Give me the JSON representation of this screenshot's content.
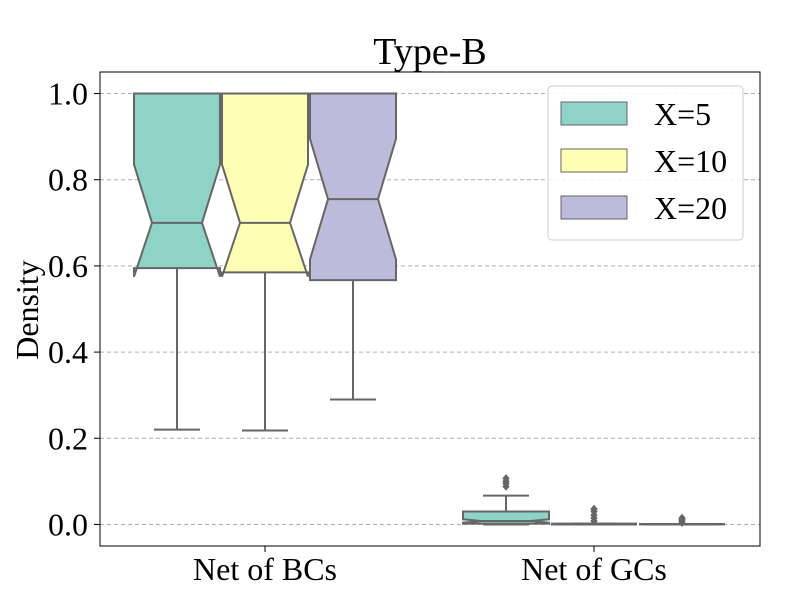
{
  "chart_data": {
    "type": "box",
    "title": "Type-B",
    "xlabel": "",
    "ylabel": "Density",
    "ylim": [
      -0.05,
      1.05
    ],
    "yticks": [
      0.0,
      0.2,
      0.4,
      0.6,
      0.8,
      1.0
    ],
    "ytick_labels": [
      "0.0",
      "0.2",
      "0.4",
      "0.6",
      "0.8",
      "1.0"
    ],
    "categories": [
      "Net of BCs",
      "Net of GCs"
    ],
    "grid": "horizontal dashed",
    "legend_position": "top-right",
    "notched": true,
    "series": [
      {
        "name": "X=5",
        "color": "#8dd3c7",
        "boxes": [
          {
            "whislo": 0.22,
            "q1": 0.595,
            "med": 0.7,
            "q3": 1.0,
            "whishi": 1.0,
            "notch_lo": 0.575,
            "notch_hi": 0.835,
            "fliers": []
          },
          {
            "whislo": 0.0,
            "q1": 0.002,
            "med": 0.008,
            "q3": 0.03,
            "whishi": 0.067,
            "notch_lo": 0.004,
            "notch_hi": 0.012,
            "fliers": [
              0.088,
              0.095,
              0.1,
              0.107
            ]
          }
        ]
      },
      {
        "name": "X=10",
        "color": "#ffffb3",
        "boxes": [
          {
            "whislo": 0.218,
            "q1": 0.585,
            "med": 0.7,
            "q3": 1.0,
            "whishi": 1.0,
            "notch_lo": 0.575,
            "notch_hi": 0.835,
            "fliers": []
          },
          {
            "whislo": 0.0,
            "q1": 0.0,
            "med": 0.001,
            "q3": 0.002,
            "whishi": 0.002,
            "notch_lo": 0.0,
            "notch_hi": 0.002,
            "fliers": [
              0.008,
              0.015,
              0.022,
              0.03,
              0.036
            ]
          }
        ]
      },
      {
        "name": "X=20",
        "color": "#bebada",
        "boxes": [
          {
            "whislo": 0.29,
            "q1": 0.567,
            "med": 0.755,
            "q3": 1.0,
            "whishi": 1.0,
            "notch_lo": 0.615,
            "notch_hi": 0.895,
            "fliers": []
          },
          {
            "whislo": 0.0,
            "q1": 0.0,
            "med": 0.0005,
            "q3": 0.001,
            "whishi": 0.001,
            "notch_lo": 0.0,
            "notch_hi": 0.001,
            "fliers": [
              0.004,
              0.008,
              0.012,
              0.015
            ]
          }
        ]
      }
    ]
  }
}
